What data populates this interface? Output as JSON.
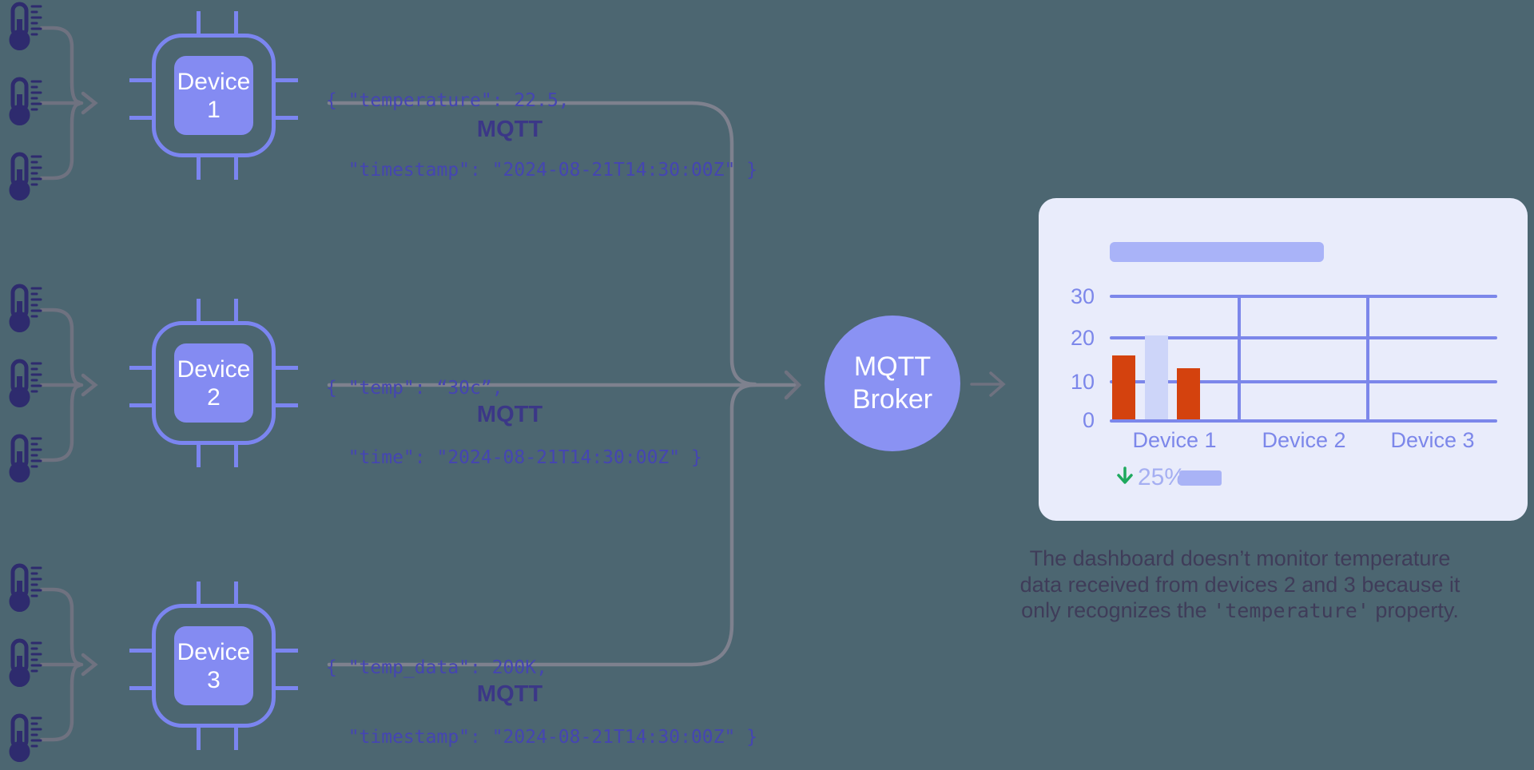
{
  "background_color": "#4c6671",
  "sensors": {
    "icon": "thermometer-icon",
    "count_per_device": 3,
    "color": "#2e2b6e"
  },
  "devices": [
    {
      "name_word": "Device",
      "name_num": "1",
      "payload_line1": "{ \"temperature\": 22.5,",
      "payload_line2": "  \"timestamp\": \"2024-08-21T14:30:00Z\" }",
      "protocol_label": "MQTT"
    },
    {
      "name_word": "Device",
      "name_num": "2",
      "payload_line1": "{ \"temp\": “30c”,",
      "payload_line2": "  \"time\": \"2024-08-21T14:30:00Z\" }",
      "protocol_label": "MQTT"
    },
    {
      "name_word": "Device",
      "name_num": "3",
      "payload_line1": "{ \"temp_data\": 200K,",
      "payload_line2": "  \"timestamp\": \"2024-08-21T14:30:00Z\" }",
      "protocol_label": "MQTT"
    }
  ],
  "broker": {
    "line1": "MQTT",
    "line2": "Broker"
  },
  "dashboard": {
    "chart_data": {
      "type": "bar",
      "title": "",
      "categories": [
        "Device 1",
        "Device 2",
        "Device 3"
      ],
      "yticks": [
        "0",
        "10",
        "20",
        "30"
      ],
      "ylim": [
        0,
        30
      ],
      "grid": true,
      "legend": false,
      "groups": [
        {
          "category": "Device 1",
          "bars": [
            {
              "value": 16,
              "color": "#d4420e"
            },
            {
              "value": 21,
              "color": "#cdd5f9"
            },
            {
              "value": 13,
              "color": "#d4420e"
            }
          ]
        },
        {
          "category": "Device 2",
          "bars": []
        },
        {
          "category": "Device 3",
          "bars": []
        }
      ]
    },
    "stat": {
      "direction": "down",
      "value": "25%",
      "arrow_color": "#1ea95e"
    }
  },
  "caption": {
    "line1": "The dashboard doesn’t monitor temperature",
    "line2": "data received from devices 2 and 3 because it",
    "line3_pre": "only recognizes the ",
    "line3_code": "'temperature'",
    "line3_post": " property."
  },
  "colors": {
    "chip_stroke": "#7b85f0",
    "chip_fill": "#848bf2",
    "broker_fill": "#8a92f3",
    "card_bg": "#e9ecfb",
    "chart_accent": "#7c87ea",
    "bar_red": "#d4420e",
    "bar_lavender": "#cdd5f9",
    "connector_gray": "#7e818e",
    "code_indigo": "#4545b2",
    "mqtt_indigo": "#3b3787"
  }
}
